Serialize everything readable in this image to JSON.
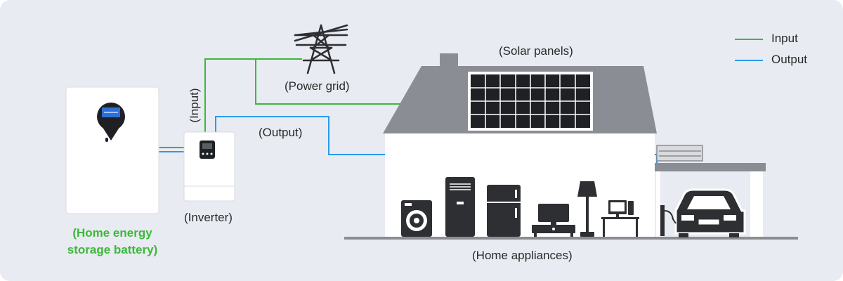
{
  "colors": {
    "background": "#e8ebf2",
    "input_line": "#3db83a",
    "output_line": "#2b9be8",
    "battery_label": "#3db83a",
    "house_roof": "#8a8d93",
    "appliance": "#2e2f33"
  },
  "legend": {
    "input": "Input",
    "output": "Output"
  },
  "labels": {
    "solar_panels": "(Solar panels)",
    "power_grid": "(Power grid)",
    "input": "(Input)",
    "output": "(Output)",
    "inverter": "(Inverter)",
    "battery_line1": "(Home energy",
    "battery_line2": "storage battery)",
    "home_appliances": "(Home appliances)"
  },
  "icons": [
    "power-tower-icon",
    "solar-panel-icon",
    "battery-icon",
    "inverter-icon",
    "washing-machine-icon",
    "air-conditioner-icon",
    "refrigerator-icon",
    "tv-icon",
    "floor-lamp-icon",
    "computer-icon",
    "car-icon"
  ]
}
